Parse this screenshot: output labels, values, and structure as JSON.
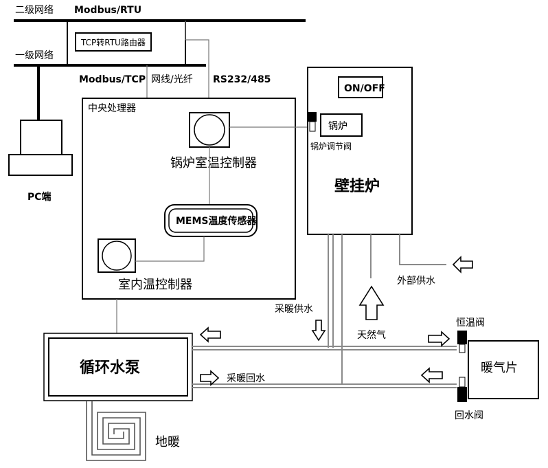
{
  "network": {
    "level2_label": "二级网络",
    "level1_label": "一级网络",
    "modbus_rtu": "Modbus/RTU",
    "modbus_tcp": "Modbus/TCP",
    "router_label": "TCP转RTU路由器",
    "cable_label": "网线/光纤",
    "serial_label": "RS232/485"
  },
  "pc": {
    "label": "PC端"
  },
  "central": {
    "title": "中央处理器",
    "boiler_controller": "锅炉室温控制器",
    "mems_sensor": "MEMS温度传感器",
    "indoor_controller": "室内温控制器"
  },
  "boiler": {
    "onoff": "ON/OFF",
    "boiler_label": "锅炉",
    "valve_label": "锅炉调节阀",
    "title": "壁挂炉"
  },
  "labels": {
    "external_supply": "外部供水",
    "heating_supply": "采暖供水",
    "natural_gas": "天然气",
    "thermostatic_valve": "恒温阀",
    "radiator": "暖气片",
    "pump": "循环水泵",
    "heating_return": "采暖回水",
    "return_valve": "回水阀",
    "floor_heating": "地暖"
  }
}
